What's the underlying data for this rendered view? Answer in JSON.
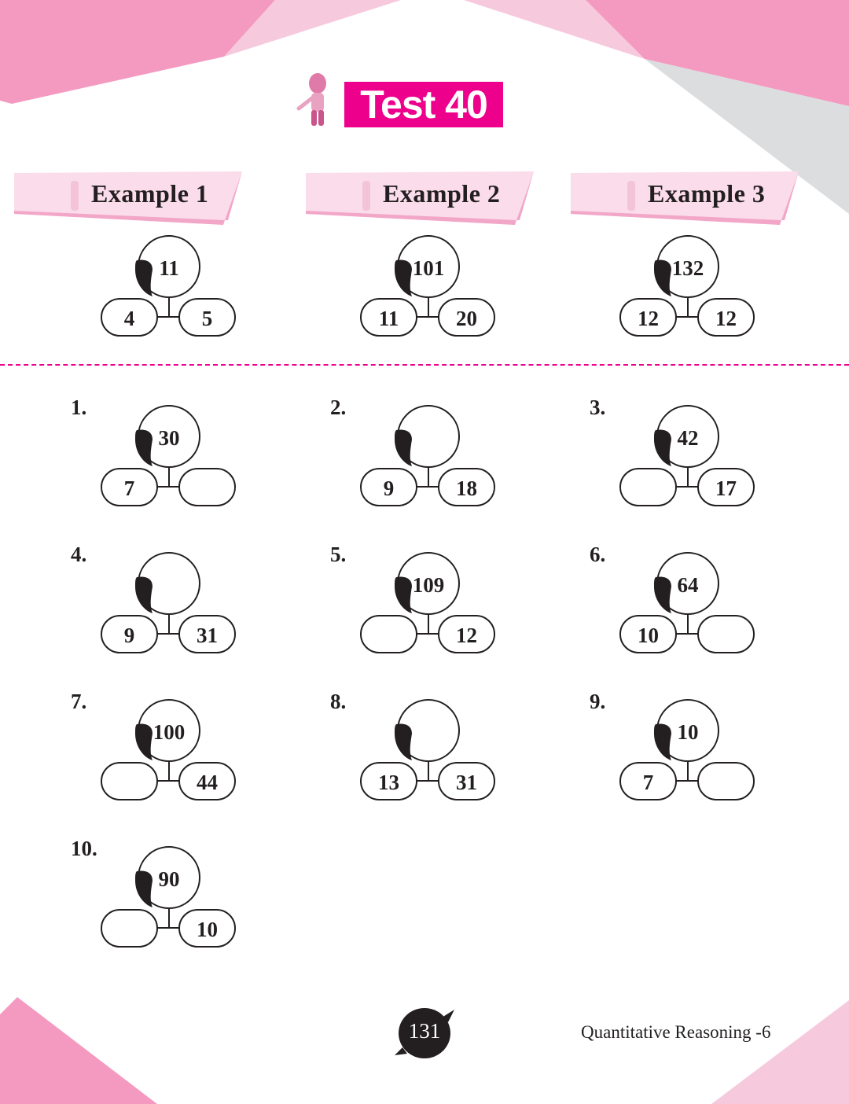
{
  "title": "Test 40",
  "examples": [
    {
      "label": "Example 1",
      "top": "11",
      "left": "4",
      "right": "5"
    },
    {
      "label": "Example 2",
      "top": "101",
      "left": "11",
      "right": "20"
    },
    {
      "label": "Example 3",
      "top": "132",
      "left": "12",
      "right": "12"
    }
  ],
  "problems": [
    {
      "num": "1.",
      "top": "30",
      "left": "7",
      "right": ""
    },
    {
      "num": "2.",
      "top": "",
      "left": "9",
      "right": "18"
    },
    {
      "num": "3.",
      "top": "42",
      "left": "",
      "right": "17"
    },
    {
      "num": "4.",
      "top": "",
      "left": "9",
      "right": "31"
    },
    {
      "num": "5.",
      "top": "109",
      "left": "",
      "right": "12"
    },
    {
      "num": "6.",
      "top": "64",
      "left": "10",
      "right": ""
    },
    {
      "num": "7.",
      "top": "100",
      "left": "",
      "right": "44"
    },
    {
      "num": "8.",
      "top": "",
      "left": "13",
      "right": "31"
    },
    {
      "num": "9.",
      "top": "10",
      "left": "7",
      "right": ""
    },
    {
      "num": "10.",
      "top": "90",
      "left": "",
      "right": "10"
    }
  ],
  "footer": {
    "page_number": "131",
    "book_title": "Quantitative Reasoning -6"
  },
  "colors": {
    "accent": "#ec008c",
    "pink": "#f49ac1",
    "light_pink": "#f7c9dd",
    "gray": "#dcdddf"
  }
}
